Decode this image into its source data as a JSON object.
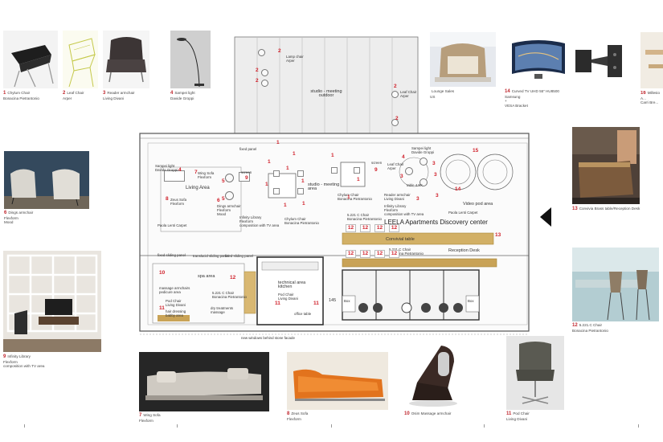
{
  "products": [
    {
      "id": "p1",
      "num": "1",
      "name": "Chylum Chair\nBonacina Pietrantonio"
    },
    {
      "id": "p2",
      "num": "2",
      "name": "Leaf Chair\nArper"
    },
    {
      "id": "p3",
      "num": "3",
      "name": "Reader armchair\nLiving Divani"
    },
    {
      "id": "p4",
      "num": "4",
      "name": "Sampei light\nDavide Groppi"
    },
    {
      "id": "p5",
      "num": "",
      "name": "Lounge Sales\nUS"
    },
    {
      "id": "p14",
      "num": "14",
      "name": "Curved TV UHD 55\" HU8500\nSamsung\n+\nVESA Bracket"
    },
    {
      "id": "p16",
      "num": "16",
      "name": "Millesio A...\nCarri Bre..."
    },
    {
      "id": "p6",
      "num": "6",
      "name": "Dings armchair\nFlexform\nMood"
    },
    {
      "id": "p9",
      "num": "9",
      "name": "Infinity Library\nFlexform\ncomposition with TV area"
    },
    {
      "id": "p13",
      "num": "13",
      "name": "Convivia Brass table/Reception Desk"
    },
    {
      "id": "p12",
      "num": "12",
      "name": "5.221.C Chair\nBonacina Pietrantonio"
    },
    {
      "id": "p7",
      "num": "7",
      "name": "Wing Sofa\nFlexform"
    },
    {
      "id": "p8",
      "num": "8",
      "name": "Zeus Sofa\nFlexform"
    },
    {
      "id": "p10",
      "num": "10",
      "name": "Osim Massage armchair"
    },
    {
      "id": "p11",
      "num": "11",
      "name": "Pod Chair\nLiving Divani"
    }
  ],
  "plan": {
    "center_title": "LEELA Apartments Discovery center",
    "labels": {
      "studio_outdoor": "studio - meeting\noutdoor",
      "studio_area": "studio - meeting\narea",
      "living_area": "Living Area",
      "sampei_light": "Sampei light\nDavide Groppi",
      "wing_sofa": "Wing Sofa\nFlexform",
      "zeus_sofa": "Zeus Sofa\nFlexform",
      "dings": "Dings armchair\nFlexform\nMood",
      "paola_carpet": "Paola Lenti Carpet",
      "infinity_lib": "Infinity Library\nFlexform\ncomposition with TV area",
      "chylum_l": "Chylum Chair\nBonacina Pietrantonio",
      "chylum_r": "Chylum Chair\nBonacina Pietrantonio",
      "screen_l": "screen",
      "screen_r": "screen",
      "leaf_top": "Leaf Chair\nArper",
      "leaf_right": "Leaf Chair\nArper",
      "sampei_right": "Sampei light\nDavide Groppi",
      "reader": "Reader armchair\nLiving Divani",
      "infinity_lib_r": "Infinity Library\nFlexform\ncomposition with TV area",
      "table": "table 4.5X",
      "paola_carpet_r": "Paola Lenti Carpet",
      "video_pod": "Video pod area",
      "chair_521_top": "5.221 C Chair\nBonacina Pietrantonio",
      "convivial": "Convivial table",
      "chair_521_mid": "5.221 C Chair\nBonacina Pietrantonio",
      "reception": "Reception Desk",
      "fixed_panel": "fixed panel",
      "fixed_sliding_l": "fixed sliding panel",
      "translucid_sliding": "translucid sliding panel",
      "fixed_sliding_m": "fixed sliding panel",
      "massage": "massage armchairs\npedicure area",
      "spa_area": "spa area",
      "chair_521_spa": "5.221 C Chair\nBonacina Pietrantonio",
      "pod_chair_l": "Pod Chair\nLiving Divani",
      "hair_dressing": "hair dressing\nbabby area",
      "dry_treatments": "dry treatments\nmassage",
      "technical": "technical area\nkitchen",
      "pod_chair_tech": "Pod Chair\nLiving Divani",
      "office_table": "office table",
      "dim_145": "145",
      "box_l": "Box",
      "box_r": "Box",
      "bottom_note": "new windows behind stone facade",
      "lamp": "Lamp chair\nArper"
    },
    "room_numbers": {
      "n1a": "1",
      "n1b": "1",
      "n1c": "1",
      "n1d": "1",
      "n1e": "1",
      "n1f": "1",
      "n1g": "1",
      "n1h": "1",
      "n1i": "1",
      "n1j": "1",
      "n1k": "1",
      "n2a": "2",
      "n2b": "2",
      "n2c": "2",
      "n2d": "2",
      "n2e": "2",
      "n3a": "3",
      "n3b": "3",
      "n3c": "3",
      "n3d": "3",
      "n3e": "3",
      "n4a": "4",
      "n4b": "4",
      "n5a": "5",
      "n5b": "5",
      "n6": "6",
      "n7": "7",
      "n8": "8",
      "n9a": "9",
      "n9b": "9",
      "n10": "10",
      "n11a": "11",
      "n11b": "11",
      "n11c": "11",
      "n12x": "12",
      "n13": "13",
      "n14": "14",
      "n15": "15",
      "n12a": "12",
      "n12b": "12",
      "n12c": "12",
      "n12d": "12",
      "n12e": "12",
      "n12f": "12",
      "n12g": "12",
      "n12h": "12"
    }
  },
  "colors": {
    "accent_red": "#c0262d",
    "convivial": "#d2b066",
    "reception": "#c9a357"
  }
}
